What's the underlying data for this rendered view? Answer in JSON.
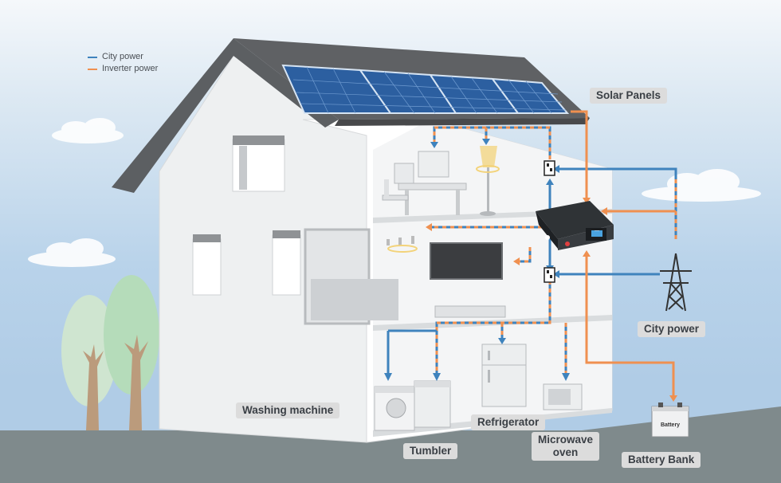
{
  "legend": [
    {
      "label": "City power",
      "color": "#3f83bd"
    },
    {
      "label": "Inverter power",
      "color": "#ef9050"
    }
  ],
  "labels": {
    "solar_panels": "Solar Panels",
    "city_power": "City power",
    "washing_machine": "Washing machine",
    "tumbler": "Tumbler",
    "refrigerator": "Refrigerator",
    "microwave_line1": "Microwave",
    "microwave_line2": "oven",
    "battery_bank": "Battery Bank"
  },
  "battery_text": "Battery",
  "inverter_display": "---",
  "colors": {
    "city": "#3f83bd",
    "inverter": "#ef9050",
    "roof": "#5c5f62",
    "ground": "#7f8a8c",
    "label_bg": "#dcdcdc"
  }
}
